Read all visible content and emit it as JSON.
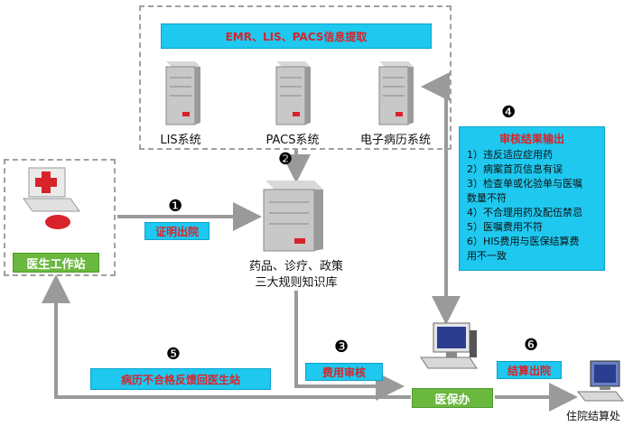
{
  "top_box": {
    "title": "EMR、LIS、PACS信息提取"
  },
  "servers": [
    {
      "label": "LIS系统"
    },
    {
      "label": "PACS系统"
    },
    {
      "label": "电子病历系统"
    }
  ],
  "doctor": {
    "label": "医生工作站"
  },
  "knowledge_base": {
    "label_line1": "药品、诊疗、政策",
    "label_line2": "三大规则知识库"
  },
  "steps": {
    "s1": {
      "number": "❶",
      "label": "证明出院"
    },
    "s2": {
      "number": "❷"
    },
    "s3": {
      "number": "❸",
      "label": "费用审核"
    },
    "s4": {
      "number": "❹"
    },
    "s5": {
      "number": "❺",
      "label": "病历不合格反馈回医生站"
    },
    "s6": {
      "number": "❻",
      "label": "结算出院"
    }
  },
  "result": {
    "title": "审核结果输出",
    "items": [
      "1）违反适应症用药",
      "2）病案首页信息有误",
      "3）检查单或化验单与医嘱",
      "数量不符",
      "4）不合理用药及配伍禁忌",
      "5）医嘱费用不符",
      "6）HIS费用与医保结算费",
      "用不一致"
    ]
  },
  "insurance_office": {
    "label": "医保办"
  },
  "settlement": {
    "label": "住院结算处"
  }
}
